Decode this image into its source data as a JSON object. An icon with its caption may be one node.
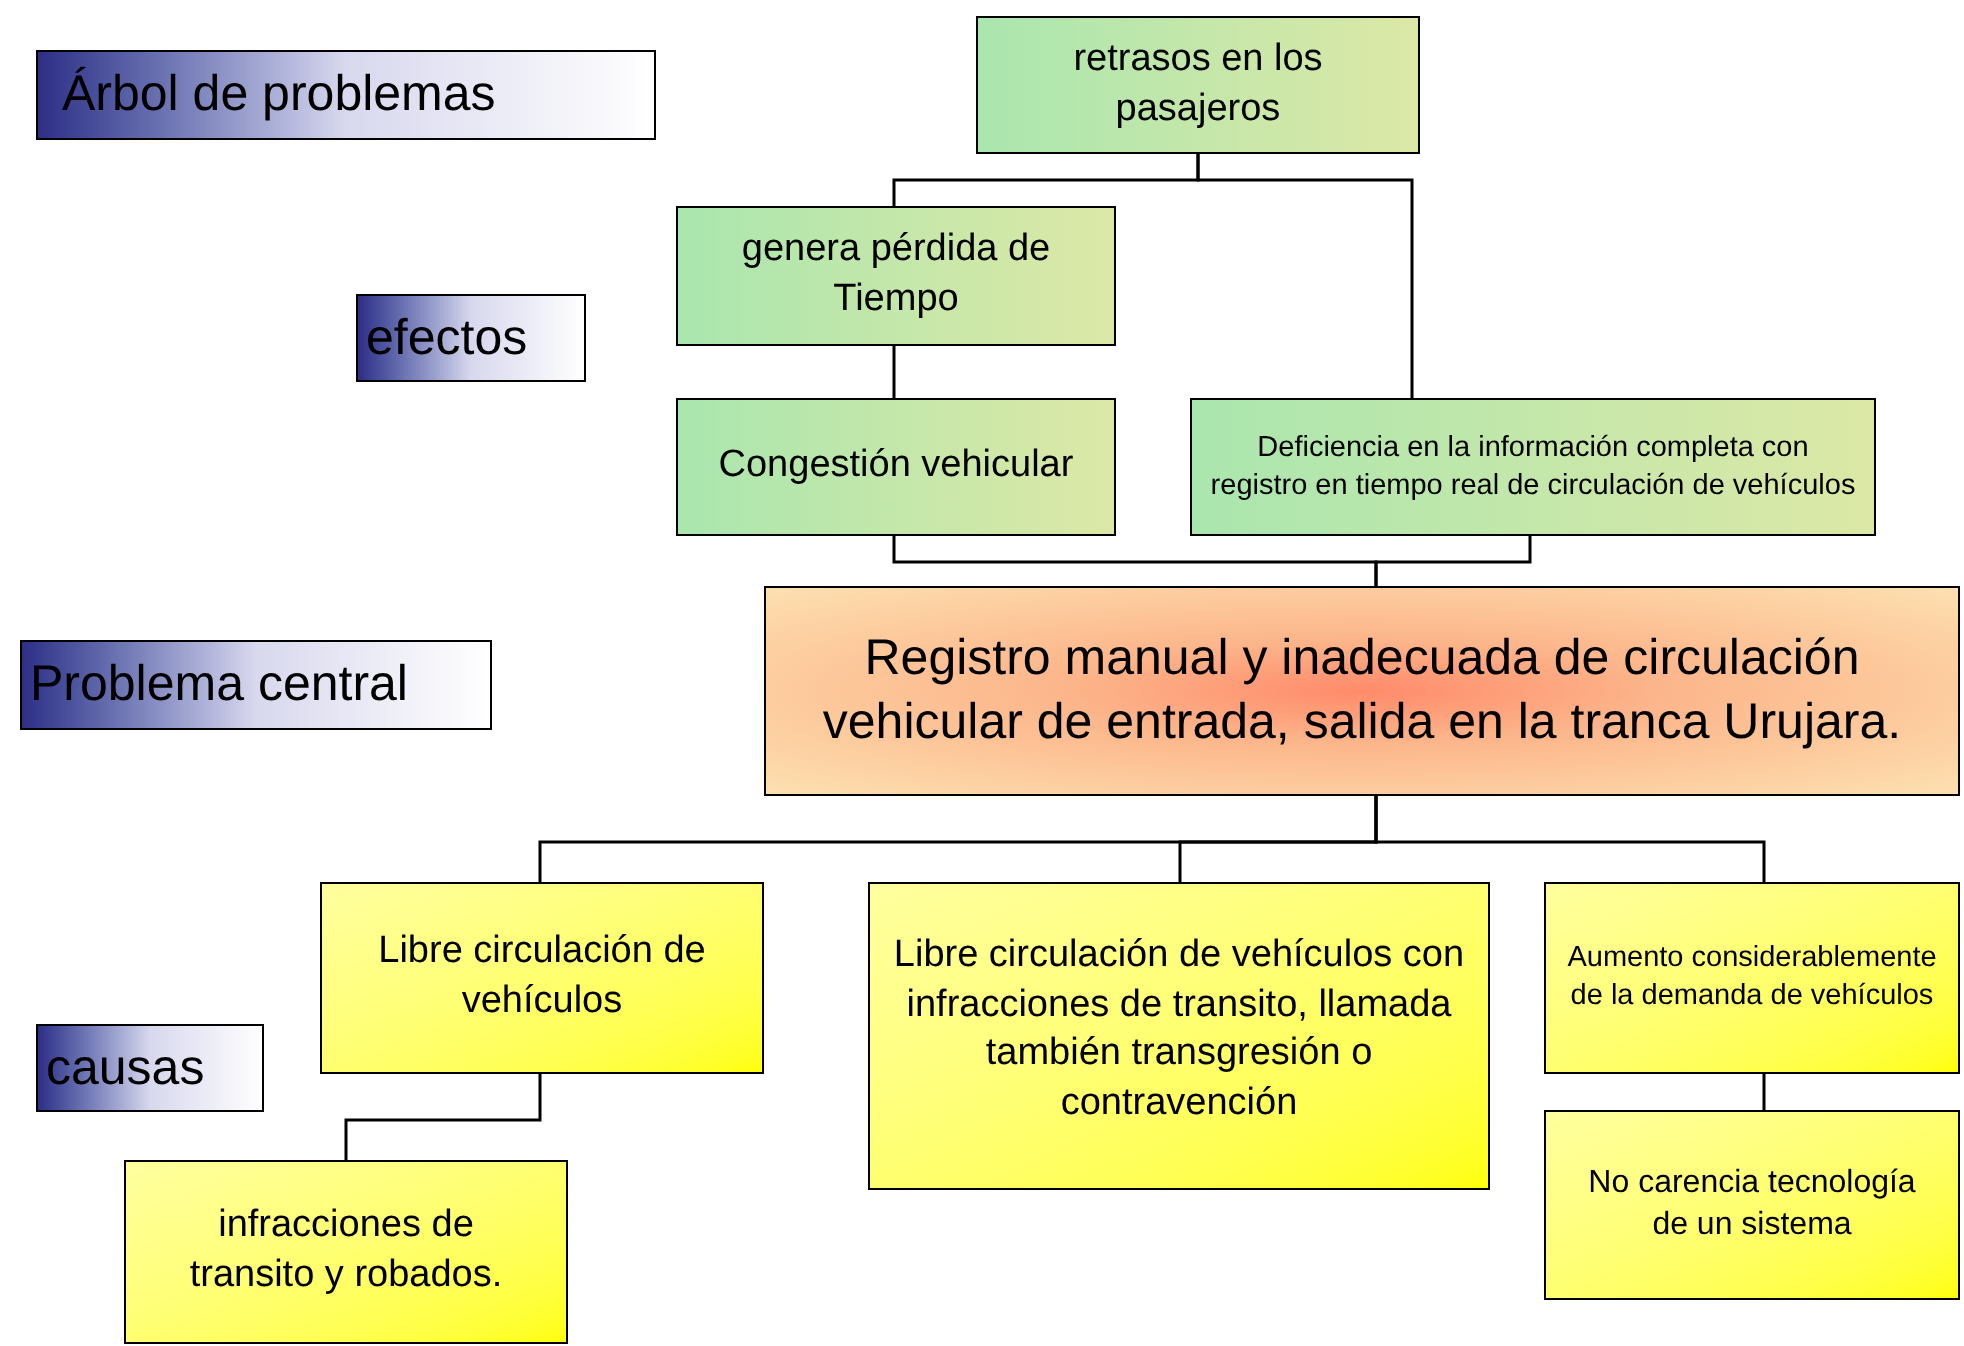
{
  "diagram": {
    "title": "Árbol de problemas",
    "nodes": [
      {
        "text": [
          "retrasos en los pasajeros"
        ]
      },
      {
        "text": [
          "genera pérdida de Tiempo"
        ]
      },
      {
        "text": [
          "Congestión vehicular"
        ]
      },
      {
        "text": [
          "Deficiencia en la información completa con registro en tiempo real de circulación de vehículos"
        ]
      },
      {
        "text": [
          "Registro manual y  inadecuada de circulación vehicular de  entrada, salida en la tranca Urujara."
        ]
      },
      {
        "text": [
          "Libre circulación de vehículos"
        ]
      },
      {
        "text": [
          "Libre circulación de vehículos con infracciones de transito, llamada también transgresión o contravención"
        ]
      },
      {
        "text": [
          "Aumento considerablemente de la demanda de vehículos"
        ]
      },
      {
        "text": [
          "No carencia tecnología de un sistema"
        ]
      },
      {
        "text": [
          "infracciones de transito y robados."
        ]
      },
      {
        "text": [
          "efectos"
        ]
      },
      {
        "text": [
          "Problema central"
        ]
      },
      {
        "text": [
          "causas"
        ]
      }
    ],
    "edges": [
      {
        "from": 0,
        "to": 1,
        "arrow": "none"
      },
      {
        "from": 0,
        "to": 3,
        "arrow": "none"
      },
      {
        "from": 1,
        "to": 2,
        "arrow": "none"
      },
      {
        "from": 2,
        "to": 4,
        "arrow": "none"
      },
      {
        "from": 3,
        "to": 4,
        "arrow": "none"
      },
      {
        "from": 4,
        "to": 5,
        "arrow": "none"
      },
      {
        "from": 4,
        "to": 6,
        "arrow": "none"
      },
      {
        "from": 4,
        "to": 7,
        "arrow": "none"
      },
      {
        "from": 5,
        "to": 9,
        "arrow": "none"
      },
      {
        "from": 7,
        "to": 8,
        "arrow": "none"
      }
    ]
  }
}
